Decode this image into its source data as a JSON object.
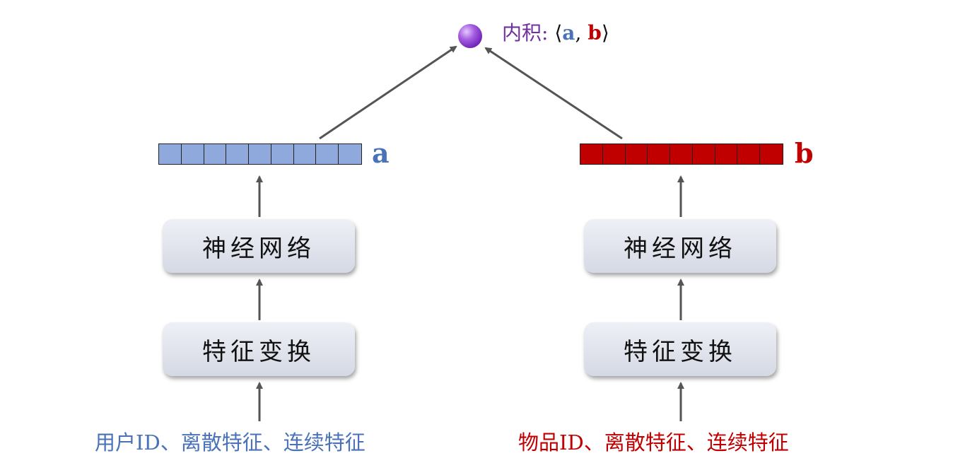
{
  "output": {
    "label": "内积:",
    "open": "⟨",
    "a": "a",
    "comma": ",",
    "b": "b",
    "close": "⟩"
  },
  "left_tower": {
    "vector_label": "a",
    "network": "神经网络",
    "transform": "特征变换",
    "inputs": "用户ID、离散特征、连续特征"
  },
  "right_tower": {
    "vector_label": "b",
    "network": "神经网络",
    "transform": "特征变换",
    "inputs": "物品ID、离散特征、连续特征"
  },
  "colors": {
    "user": "#4a72b8",
    "user_vector": "#8fa9dc",
    "item": "#c00000",
    "item_vector": "#c00000",
    "dot_text": "#7030a0",
    "arrow": "#555555"
  }
}
